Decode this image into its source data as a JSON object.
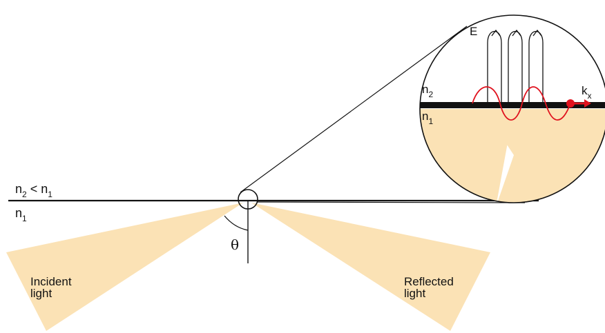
{
  "labels": {
    "top_medium": {
      "n": "n",
      "sub": "2",
      "relation": "<",
      "n_after": "n",
      "sub_after": "1"
    },
    "bottom_medium": {
      "n": "n",
      "sub": "1"
    },
    "angle": "θ",
    "incident": "Incident\nlight",
    "reflected": "Reflected\nlight",
    "inset_top_medium": {
      "n": "n",
      "sub": "2"
    },
    "inset_bottom_medium": {
      "n": "n",
      "sub": "1"
    },
    "field": "E",
    "wavevector": {
      "k": "k",
      "sub": "x"
    }
  },
  "colors": {
    "beam": "#fbe2b5",
    "line": "#111111",
    "evanescent_wave": "#e0121e",
    "wavevector_arrow": "#e0121e",
    "interface_inset": "#111111"
  },
  "icons": {
    "zoom_circle": "magnifier-circle",
    "wavevector_arrow": "arrow-right-icon"
  }
}
